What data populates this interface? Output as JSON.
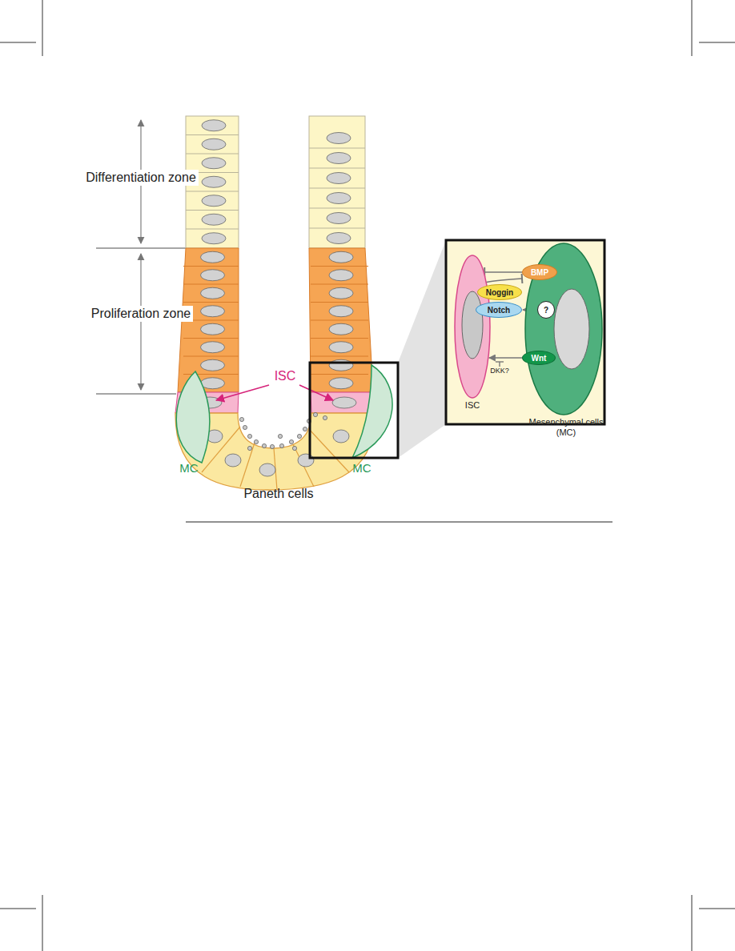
{
  "diagram": {
    "nodes": [
      {
        "text": [
          "ISC"
        ]
      },
      {
        "text": [
          "Mesenchymal cells (MC)"
        ]
      },
      {
        "text": [
          "BMP"
        ]
      },
      {
        "text": [
          "Noggin"
        ]
      },
      {
        "text": [
          "Notch"
        ]
      },
      {
        "text": [
          "?"
        ],
        "in": 1
      },
      {
        "text": [
          "Wnt"
        ]
      }
    ],
    "edges": [
      {
        "from": 2,
        "to": 0,
        "arrow": "to"
      },
      {
        "from": 3,
        "to": 2,
        "arrow": "to"
      },
      {
        "from": 5,
        "to": 4,
        "arrow": "to"
      },
      {
        "from": 6,
        "to": 0,
        "arrow": "to"
      }
    ],
    "labels": [
      "Differentiation zone",
      "Proliferation zone",
      "ISC",
      "MC",
      "MC",
      "Paneth cells",
      "DKK?"
    ]
  }
}
